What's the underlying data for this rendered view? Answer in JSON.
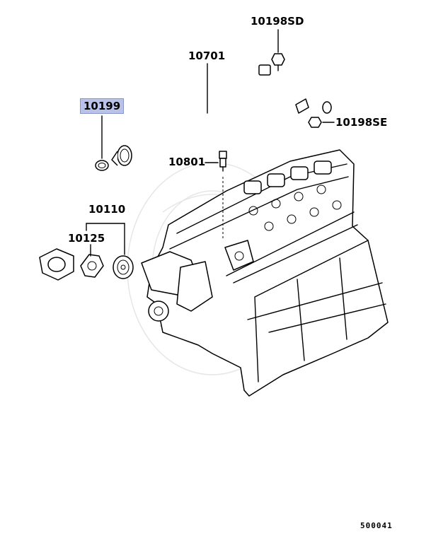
{
  "diagram": {
    "callouts": {
      "c10198sd": "10198SD",
      "c10701": "10701",
      "c10199": "10199",
      "c10198se": "10198SE",
      "c10801": "10801",
      "c10110": "10110",
      "c10125": "10125"
    },
    "highlight_color": "#b9c3ea",
    "figure_number": "500041"
  }
}
